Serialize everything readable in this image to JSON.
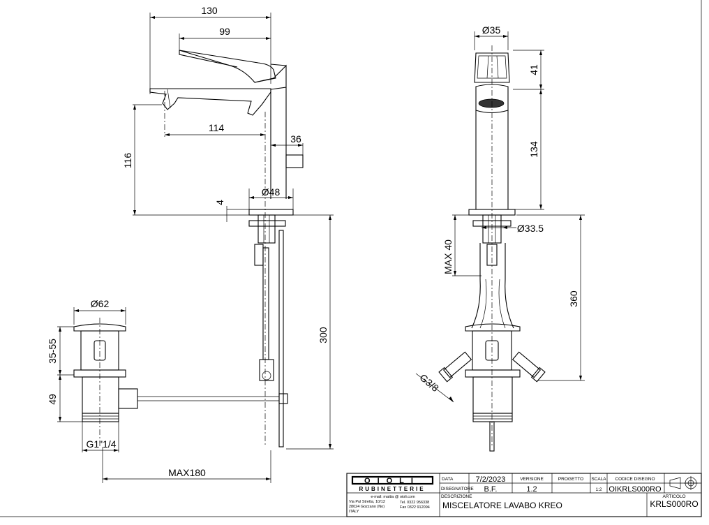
{
  "dimensions": {
    "side": {
      "d130": "130",
      "d99": "99",
      "d114": "114",
      "d116": "116",
      "d36": "36",
      "d48": "Ø48",
      "d4": "4",
      "d300": "300",
      "d62": "Ø62",
      "d3555": "35-55",
      "d49": "49",
      "dG1": "G1\"1/4",
      "dMax180": "MAX180"
    },
    "front": {
      "d35": "Ø35",
      "d41": "41",
      "d134": "134",
      "d335": "Ø33.5",
      "dMax40": "MAX 40",
      "d360": "360",
      "dG38": "G3/8"
    }
  },
  "title_block": {
    "logo_top": "OIOLI",
    "logo_sub": "RUBINETTERIE",
    "contact_email": "e-mail: mattia @ oioli.com",
    "address_1": "Via Pul Stretta, 10/12",
    "address_2": "28024 Gozzano (No)",
    "address_3": "ITALY",
    "tel": "Tel. 0322 956338",
    "fax": "Fax 0322 912094",
    "label_data": "DATA",
    "value_data": "7/2/2023",
    "label_versione": "VERSIONE",
    "value_versione": "1.2",
    "label_progetto": "PROGETTO",
    "value_progetto": "",
    "label_scala": "SCALA",
    "value_scala": "1:2",
    "label_codice": "CODICE DISEGNO",
    "value_codice": "OIKRLS000RO",
    "label_disegnatore": "DISEGNATORE",
    "value_disegnatore": "B.F.",
    "label_descrizione": "DESCRIZIONE",
    "value_descrizione": "MISCELATORE LAVABO KREO",
    "label_articolo": "ARTICOLO",
    "value_articolo": "KRLS000RO"
  }
}
